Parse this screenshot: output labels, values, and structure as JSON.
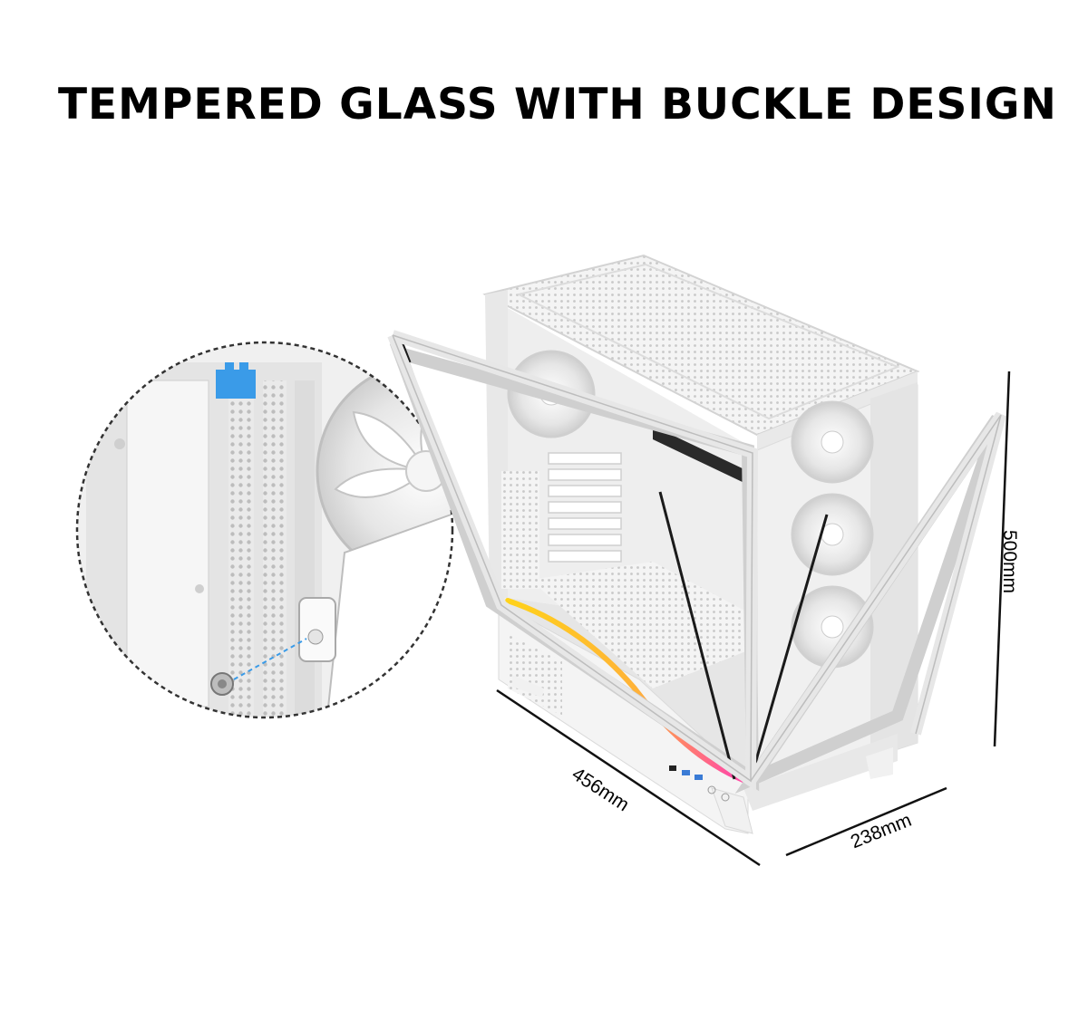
{
  "headline": "TEMPERED GLASS WITH BUCKLE DESIGN",
  "dimensions": {
    "length": "456mm",
    "width": "238mm",
    "height": "500mm"
  },
  "colors": {
    "case_body": "#f2f2f2",
    "accent_clip": "#3a9be8",
    "rgb_strip_start": "#ffd21a",
    "rgb_strip_end": "#ff2fae"
  }
}
